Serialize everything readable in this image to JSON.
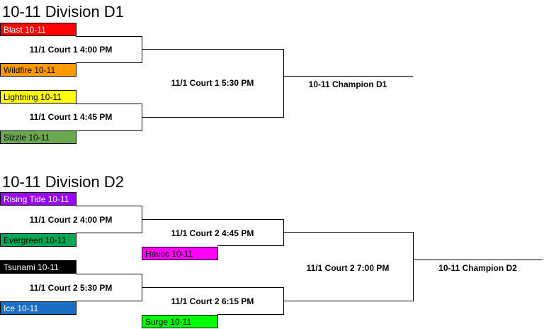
{
  "divisions": [
    {
      "title": "10-11 Division D1",
      "teams": [
        {
          "name": "Blast 10-11",
          "color": "#ff0000",
          "text_color": "#ffffff"
        },
        {
          "name": "Wildfire 10-11",
          "color": "#ff9900",
          "text_color": "#000000"
        },
        {
          "name": "Lightning 10-11",
          "color": "#ffff00",
          "text_color": "#000000"
        },
        {
          "name": "Sizzle 10-11",
          "color": "#6aa84f",
          "text_color": "#000000"
        }
      ],
      "games": [
        "11/1 Court 1 4:00 PM",
        "11/1 Court 1 4:45 PM",
        "11/1 Court 1 5:30 PM"
      ],
      "champion": "10-11 Champion D1"
    },
    {
      "title": "10-11 Division D2",
      "teams": [
        {
          "name": "Rising Tide 10-11",
          "color": "#9900ff",
          "text_color": "#ffffff"
        },
        {
          "name": "Evergreen 10-11",
          "color": "#00a651",
          "text_color": "#000000"
        },
        {
          "name": "Tsunami 10-11",
          "color": "#000000",
          "text_color": "#ffffff"
        },
        {
          "name": "Ice 10-11",
          "color": "#1a6fc4",
          "text_color": "#ffffff"
        },
        {
          "name": "Havoc 10-11",
          "color": "#ff00ff",
          "text_color": "#000000"
        },
        {
          "name": "Surge 10-11",
          "color": "#00ff00",
          "text_color": "#000000"
        }
      ],
      "games": [
        "11/1 Court 2 4:00 PM",
        "11/1 Court 2 5:30 PM",
        "11/1 Court 2 4:45 PM",
        "11/1 Court 2 6:15 PM",
        "11/1 Court 2 7:00 PM"
      ],
      "champion": "10-11 Champion D2"
    }
  ]
}
